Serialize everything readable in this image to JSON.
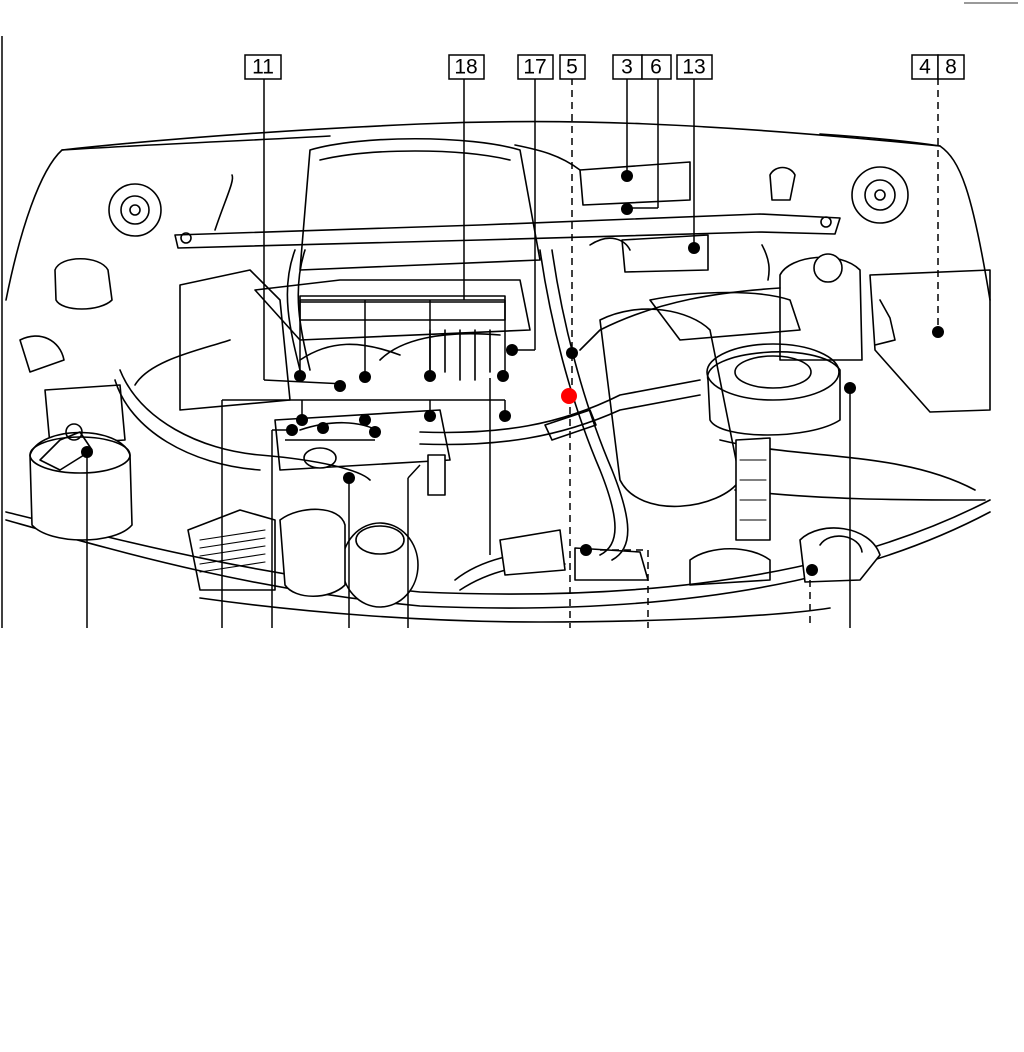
{
  "diagram": {
    "callouts": [
      {
        "id": "c11",
        "label": "11"
      },
      {
        "id": "c18",
        "label": "18"
      },
      {
        "id": "c17",
        "label": "17"
      },
      {
        "id": "c5",
        "label": "5"
      },
      {
        "id": "c3",
        "label": "3"
      },
      {
        "id": "c6",
        "label": "6"
      },
      {
        "id": "c13",
        "label": "13"
      },
      {
        "id": "c4",
        "label": "4"
      },
      {
        "id": "c8",
        "label": "8"
      }
    ],
    "highlight_color": "#ff0000",
    "line_color": "#000000",
    "background": "#ffffff"
  }
}
